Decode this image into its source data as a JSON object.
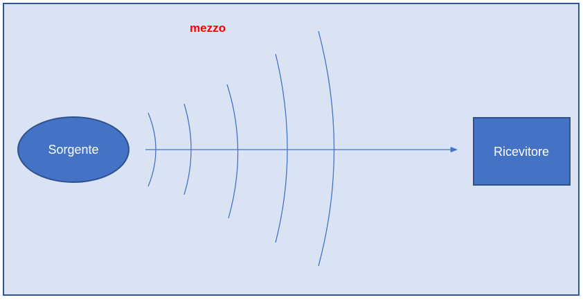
{
  "diagram": {
    "medium_label": "mezzo",
    "source_label": "Sorgente",
    "receiver_label": "Ricevitore"
  },
  "colors": {
    "background": "#dae3f3",
    "frame": "#2f5597",
    "shape_fill": "#4472c4",
    "shape_stroke": "#2f528f",
    "wave": "#4472c4",
    "medium_label": "#ff0000",
    "shape_text": "#ffffff"
  }
}
